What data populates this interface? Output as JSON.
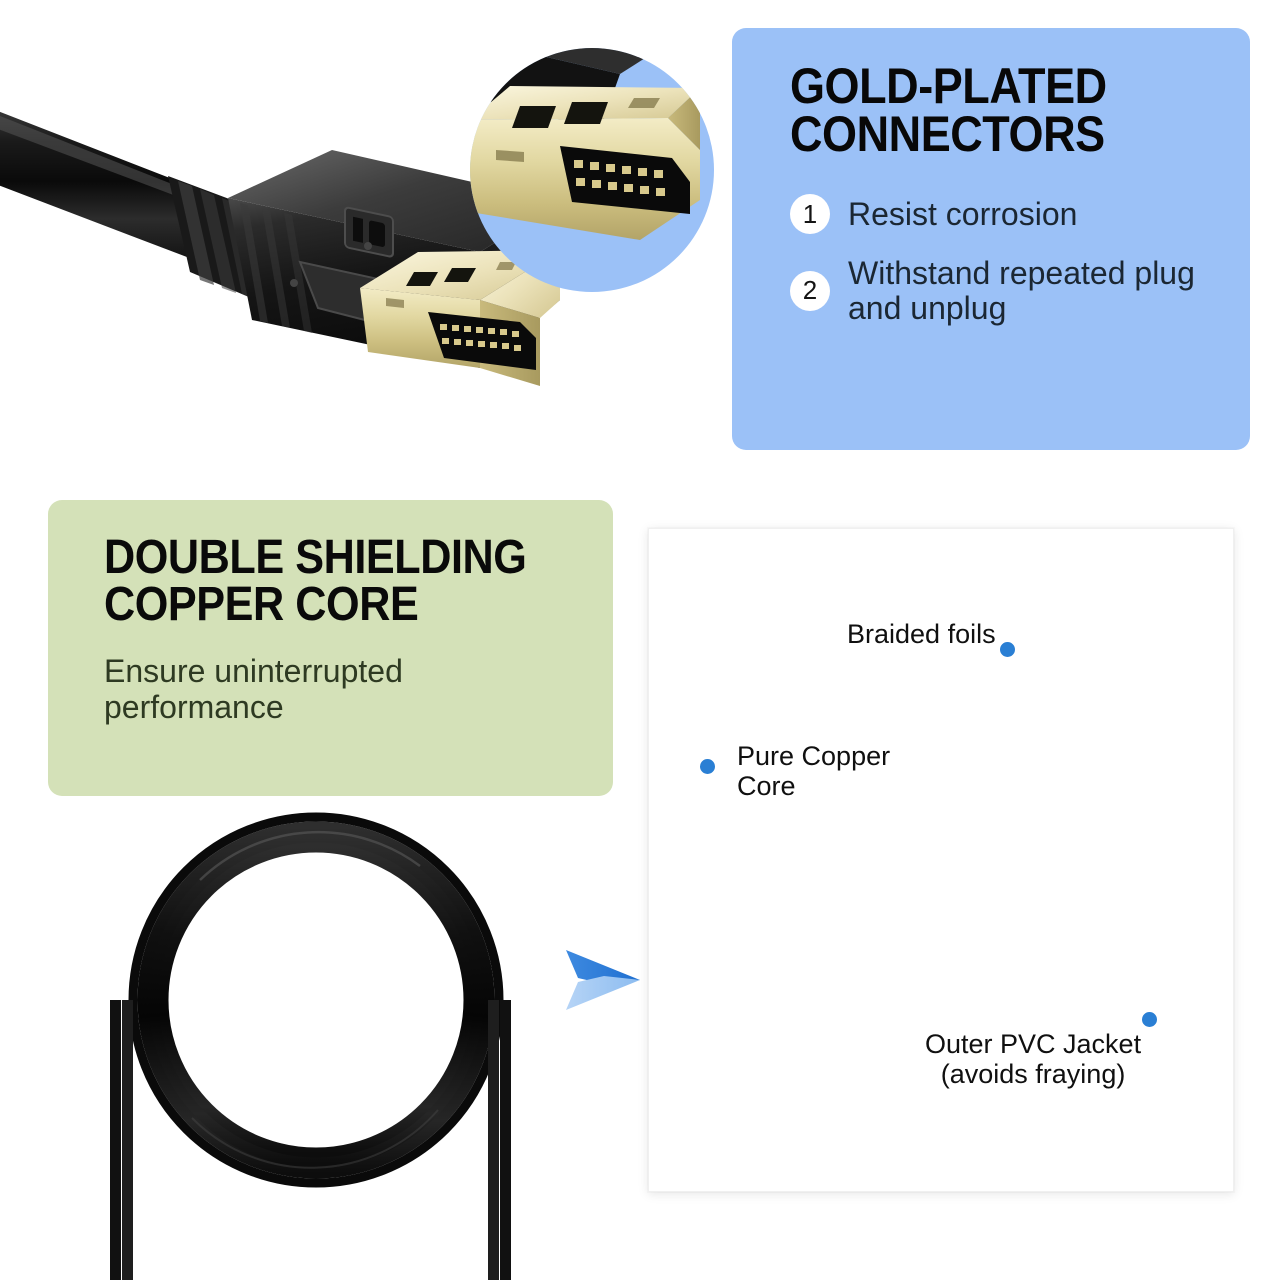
{
  "panels": {
    "gold": {
      "title": "GOLD-PLATED\nCONNECTORS",
      "accent_color": "#9BC1F7",
      "bullets": [
        {
          "number": "1",
          "text": "Resist corrosion"
        },
        {
          "number": "2",
          "text": "Withstand repeated\nplug and unplug"
        }
      ]
    },
    "shielding": {
      "title": "DOUBLE SHIELDING\nCOPPER CORE",
      "subtitle": "Ensure uninterrupted\nperformance",
      "accent_color": "#D4E1B8"
    },
    "cutaway": {
      "callouts": [
        {
          "id": "braided-foils",
          "text": "Braided foils"
        },
        {
          "id": "pure-copper-core",
          "text": "Pure Copper\nCore"
        },
        {
          "id": "outer-pvc-jacket",
          "text": "Outer PVC Jacket\n(avoids fraying)"
        }
      ],
      "line_color": "#2B6FA8",
      "dot_color": "#2A7FD4"
    }
  },
  "graphics": {
    "connector_photo": "displayport-connector",
    "connector_zoom_inset": "displayport-tip-magnified",
    "coiled_cable": "coiled-black-cable",
    "arrow": "blue-right-arrow",
    "cutaway_cable": "cable-cross-section"
  }
}
